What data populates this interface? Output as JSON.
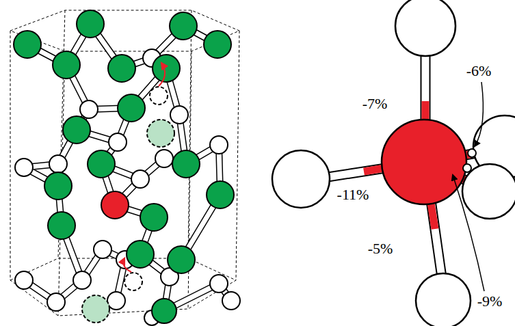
{
  "diagram": {
    "labels": [
      "-7%",
      "-6%",
      "-11%",
      "-5%",
      "-9%"
    ]
  }
}
